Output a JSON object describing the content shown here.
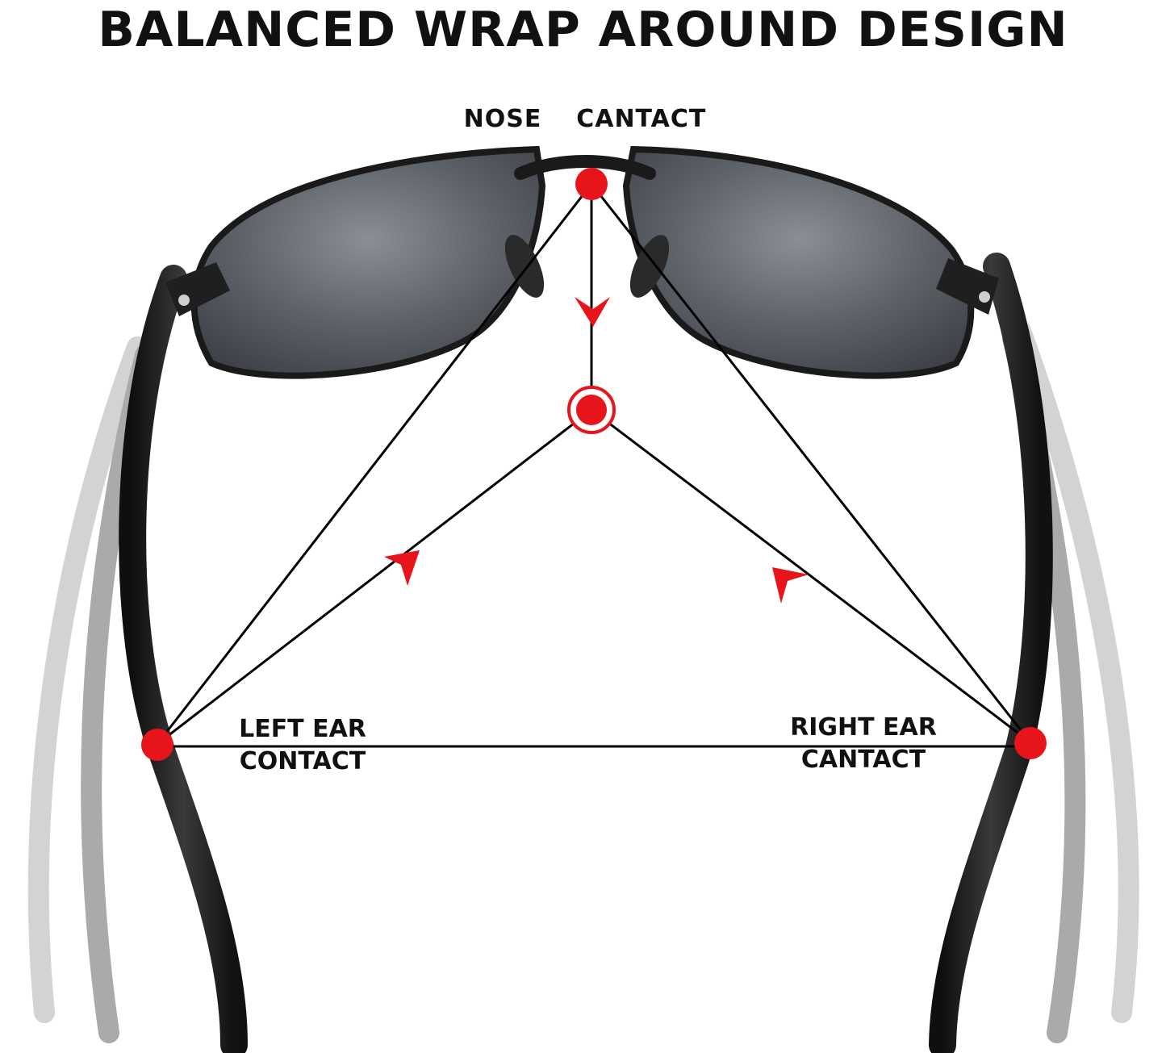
{
  "headline": "BALANCED WRAP AROUND DESIGN",
  "labels": {
    "nose": "NOSE  CANTACT",
    "left_ear_line1": "LEFT EAR",
    "left_ear_line2": "CONTACT",
    "right_ear_line1": "RIGHT EAR",
    "right_ear_line2": "CANTACT"
  },
  "colors": {
    "accent_red": "#e8141b",
    "text": "#111111",
    "frame": "#1c1c1c",
    "temple_ghost_dark": "#a9a9a9",
    "temple_ghost_light": "#cfcfcf"
  }
}
